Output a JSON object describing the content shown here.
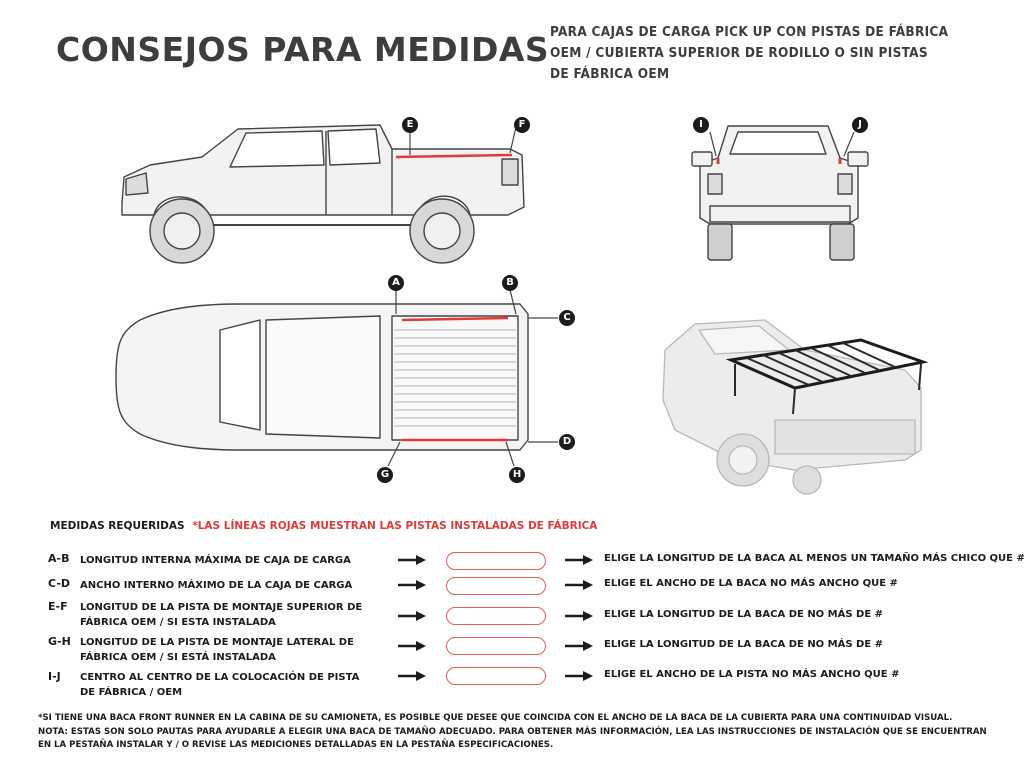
{
  "header": {
    "title": "CONSEJOS PARA MEDIDAS",
    "subtitle_lines": [
      "PARA CAJAS DE CARGA PICK UP CON PISTAS DE FÁBRICA",
      "OEM / CUBIERTA SUPERIOR DE RODILLO O SIN PISTAS",
      "DE FÁBRICA OEM"
    ]
  },
  "markers": {
    "a": "A",
    "b": "B",
    "c": "C",
    "d": "D",
    "e": "E",
    "f": "F",
    "g": "G",
    "h": "H",
    "i": "I",
    "j": "J"
  },
  "requirements": {
    "heading": "MEDIDAS REQUERIDAS",
    "note": "*LAS LÍNEAS ROJAS MUESTRAN LAS PISTAS INSTALADAS DE FÁBRICA",
    "rows": [
      {
        "code": "A-B",
        "label": "LONGITUD INTERNA MÁXIMA DE CAJA DE CARGA",
        "instruction": "ELIGE LA LONGITUD DE LA BACA AL MENOS UN TAMAÑO MÁS CHICO QUE #"
      },
      {
        "code": "C-D",
        "label": "ANCHO INTERNO MÁXIMO DE LA CAJA DE CARGA",
        "instruction": "ELIGE EL ANCHO DE LA BACA NO MÁS ANCHO QUE #"
      },
      {
        "code": "E-F",
        "label": "LONGITUD DE LA PISTA DE MONTAJE SUPERIOR DE FÁBRICA OEM / SI ESTA INSTALADA",
        "instruction": "ELIGE LA LONGITUD DE LA BACA DE NO MÁS DE #"
      },
      {
        "code": "G-H",
        "label": "LONGITUD DE LA PISTA DE MONTAJE LATERAL DE FÁBRICA OEM / SI ESTÁ INSTALADA",
        "instruction": "ELIGE LA LONGITUD DE LA BACA DE NO MÁS DE #"
      },
      {
        "code": "I-J",
        "label": "CENTRO AL CENTRO DE LA COLOCACIÓN DE PISTA DE FÁBRICA / OEM",
        "instruction": "ELIGE EL ANCHO DE LA PISTA NO MÁS ANCHO QUE #"
      }
    ]
  },
  "footer": {
    "lines": [
      "*SI TIENE UNA BACA FRONT RUNNER EN LA CABINA DE SU CAMIONETA, ES POSIBLE QUE DESEE QUE COINCIDA CON EL ANCHO DE LA BACA DE LA CUBIERTA PARA UNA CONTINUIDAD VISUAL.",
      "NOTA: ESTAS SON SOLO PAUTAS PARA AYUDARLE A ELEGIR UNA BACA DE TAMAÑO ADECUADO. PARA OBTENER MÁS INFORMACIÓN, LEA LAS INSTRUCCIONES DE INSTALACIÓN QUE SE ENCUENTRAN",
      "EN LA PESTAÑA INSTALAR Y / O REVISE LAS MEDICIONES DETALLADAS EN LA PESTAÑA ESPECIFICACIONES."
    ]
  },
  "colors": {
    "text": "#1c1c1c",
    "title": "#3d3d3d",
    "accent_red": "#e03a3a",
    "box_border": "#e35a5a"
  }
}
